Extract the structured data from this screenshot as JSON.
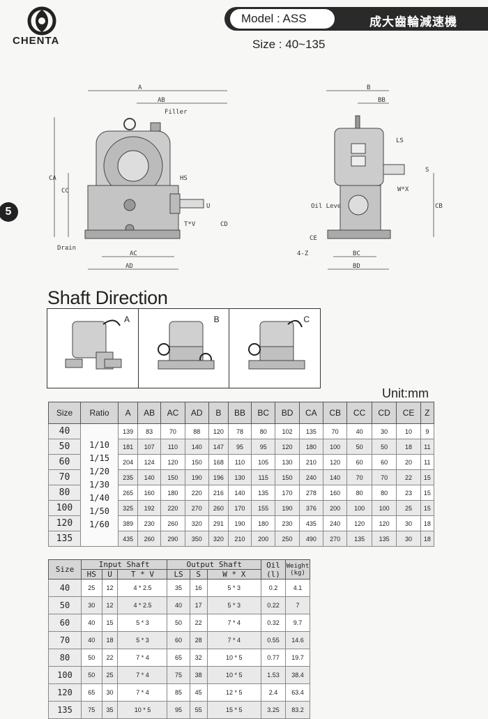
{
  "header": {
    "logo_text": "CHENTA",
    "model_label": "Model : ASS",
    "title_cn": "成大齒輪減速機",
    "size_label": "Size : 40~135"
  },
  "side_badge": "5",
  "drawing_labels": {
    "front": [
      "A",
      "AB",
      "Filler",
      "HS",
      "CA",
      "CC",
      "U",
      "T*V",
      "CD",
      "Drain",
      "AC",
      "AD"
    ],
    "side": [
      "B",
      "BB",
      "LS",
      "S",
      "W*X",
      "CB",
      "Oil Level",
      "CE",
      "4-Z",
      "BC",
      "BD"
    ]
  },
  "shaft_direction": {
    "title": "Shaft Direction",
    "options": [
      "A",
      "B",
      "C"
    ]
  },
  "unit": "Unit:mm",
  "table1": {
    "headers": [
      "Size",
      "Ratio",
      "A",
      "AB",
      "AC",
      "AD",
      "B",
      "BB",
      "BC",
      "BD",
      "CA",
      "CB",
      "CC",
      "CD",
      "CE",
      "Z"
    ],
    "ratios": [
      "1/10",
      "1/15",
      "1/20",
      "1/30",
      "1/40",
      "1/50",
      "1/60"
    ],
    "rows": [
      [
        "40",
        "139",
        "83",
        "70",
        "88",
        "120",
        "78",
        "80",
        "102",
        "135",
        "70",
        "40",
        "30",
        "10",
        "9"
      ],
      [
        "50",
        "181",
        "107",
        "110",
        "140",
        "147",
        "95",
        "95",
        "120",
        "180",
        "100",
        "50",
        "50",
        "18",
        "11"
      ],
      [
        "60",
        "204",
        "124",
        "120",
        "150",
        "168",
        "110",
        "105",
        "130",
        "210",
        "120",
        "60",
        "60",
        "20",
        "11"
      ],
      [
        "70",
        "235",
        "140",
        "150",
        "190",
        "196",
        "130",
        "115",
        "150",
        "240",
        "140",
        "70",
        "70",
        "22",
        "15"
      ],
      [
        "80",
        "265",
        "160",
        "180",
        "220",
        "216",
        "140",
        "135",
        "170",
        "278",
        "160",
        "80",
        "80",
        "23",
        "15"
      ],
      [
        "100",
        "325",
        "192",
        "220",
        "270",
        "260",
        "170",
        "155",
        "190",
        "376",
        "200",
        "100",
        "100",
        "25",
        "15"
      ],
      [
        "120",
        "389",
        "230",
        "260",
        "320",
        "291",
        "190",
        "180",
        "230",
        "435",
        "240",
        "120",
        "120",
        "30",
        "18"
      ],
      [
        "135",
        "435",
        "260",
        "290",
        "350",
        "320",
        "210",
        "200",
        "250",
        "490",
        "270",
        "135",
        "135",
        "30",
        "18"
      ]
    ]
  },
  "table2": {
    "group_headers": [
      "Size",
      "Input Shaft",
      "Output Shaft",
      "Oil (l)",
      "Weight (kg)"
    ],
    "sub_headers": [
      "HS",
      "U",
      "T * V",
      "LS",
      "S",
      "W * X"
    ],
    "rows": [
      [
        "40",
        "25",
        "12",
        "4 * 2.5",
        "35",
        "16",
        "5 * 3",
        "0.2",
        "4.1"
      ],
      [
        "50",
        "30",
        "12",
        "4 * 2.5",
        "40",
        "17",
        "5 * 3",
        "0.22",
        "7"
      ],
      [
        "60",
        "40",
        "15",
        "5 * 3",
        "50",
        "22",
        "7 * 4",
        "0.32",
        "9.7"
      ],
      [
        "70",
        "40",
        "18",
        "5 * 3",
        "60",
        "28",
        "7 * 4",
        "0.55",
        "14.6"
      ],
      [
        "80",
        "50",
        "22",
        "7 * 4",
        "65",
        "32",
        "10 * 5",
        "0.77",
        "19.7"
      ],
      [
        "100",
        "50",
        "25",
        "7 * 4",
        "75",
        "38",
        "10 * 5",
        "1.53",
        "38.4"
      ],
      [
        "120",
        "65",
        "30",
        "7 * 4",
        "85",
        "45",
        "12 * 5",
        "2.4",
        "63.4"
      ],
      [
        "135",
        "75",
        "35",
        "10 * 5",
        "95",
        "55",
        "15 * 5",
        "3.25",
        "83.2"
      ]
    ]
  }
}
